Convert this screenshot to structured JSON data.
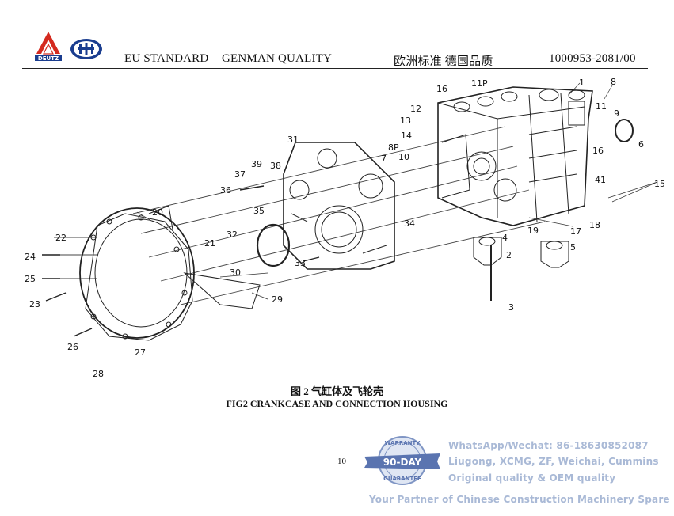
{
  "header": {
    "logo_text": "DEUTZ",
    "left_text": "EU STANDARD",
    "mid_text": "GENMAN QUALITY",
    "cn_text": "欧洲标准  德国品质",
    "doc_number": "1000953-2081/00"
  },
  "figure": {
    "callouts": [
      "1",
      "2",
      "3",
      "4",
      "5",
      "6",
      "7",
      "8",
      "9",
      "10",
      "11",
      "11P",
      "12",
      "13",
      "14",
      "15",
      "16",
      "16",
      "17",
      "18",
      "19",
      "20",
      "21",
      "22",
      "23",
      "24",
      "25",
      "26",
      "27",
      "28",
      "29",
      "30",
      "31",
      "32",
      "33",
      "34",
      "35",
      "36",
      "37",
      "38",
      "39",
      "41",
      "8P"
    ]
  },
  "caption": {
    "cn": "图 2    气缸体及飞轮壳",
    "en": "FIG2 CRANKCASE AND CONNECTION HOUSING"
  },
  "page_number": "10",
  "watermark": {
    "badge_top": "WARRANTY",
    "badge_main": "90-DAY",
    "badge_bottom": "GUARANTEE",
    "line1": "WhatsApp/Wechat: 86-18630852087",
    "line2": "Liugong, XCMG, ZF, Weichai, Cummins",
    "line3": "Original quality & OEM quality",
    "line4": "Your Partner of Chinese Construction Machinery Spare Parts"
  },
  "colors": {
    "watermark": "#a9b9d6",
    "badge": "#5a74b0",
    "logo_red": "#d42a1f"
  }
}
